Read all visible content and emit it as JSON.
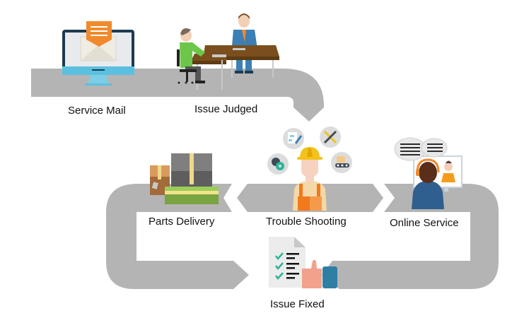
{
  "diagram": {
    "title": "",
    "colors": {
      "path": "#b4b4b4",
      "background": "#ffffff",
      "label_text": "#111111",
      "accent_orange": "#f08a2c",
      "accent_blue": "#3b7fb5",
      "accent_green": "#6cc64a",
      "accent_teal": "#2bb596",
      "helmet_yellow": "#f3c21c"
    },
    "steps": [
      {
        "id": "service-mail",
        "label": "Service Mail",
        "icon": "computer-mail-icon",
        "order": 1
      },
      {
        "id": "issue-judged",
        "label": "Issue Judged",
        "icon": "meeting-desk-icon",
        "order": 2
      },
      {
        "id": "trouble-shooting",
        "label": "Trouble Shooting",
        "icon": "engineer-worker-icon",
        "order": 3,
        "sub_icons": [
          "flowchart-edit-icon",
          "tools-icon",
          "gear-icon",
          "conveyor-box-icon"
        ]
      },
      {
        "id": "online-service",
        "label": "Online Service",
        "icon": "headset-support-agent-icon",
        "order": 4
      },
      {
        "id": "parts-delivery",
        "label": "Parts Delivery",
        "icon": "package-boxes-icon",
        "order": 5
      },
      {
        "id": "issue-fixed",
        "label": "Issue Fixed",
        "icon": "checklist-thumbs-up-icon",
        "order": 6
      }
    ]
  }
}
